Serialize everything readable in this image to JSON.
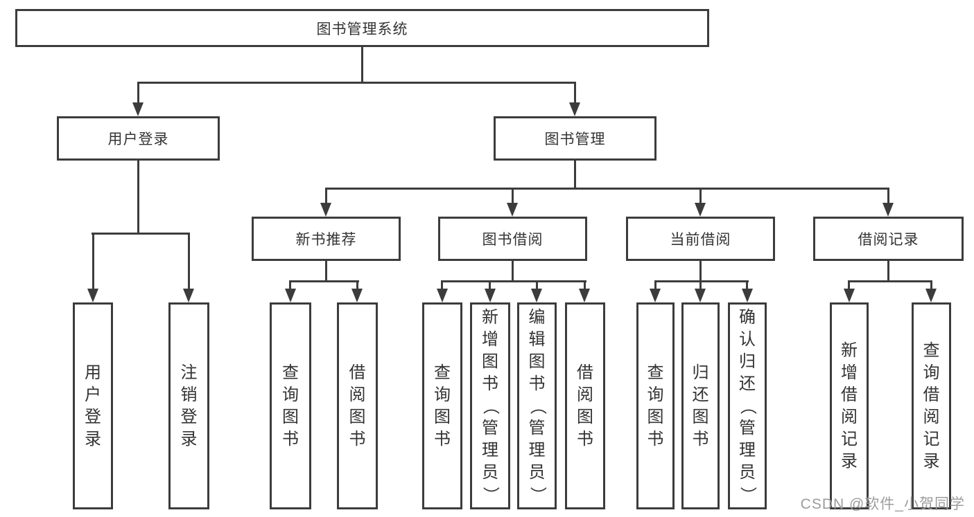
{
  "diagram": {
    "title": "图书管理系统",
    "watermark": "CSDN @软件_小贺同学",
    "colors": {
      "line": "#3c3c3c",
      "box_border": "#3c3c3c",
      "text": "#333333",
      "watermark": "#9c9c9c",
      "background": "#ffffff"
    },
    "nodes": {
      "root": {
        "label": "图书管理系统"
      },
      "login": {
        "label": "用户登录"
      },
      "mgmt": {
        "label": "图书管理"
      },
      "rec": {
        "label": "新书推荐"
      },
      "borrow": {
        "label": "图书借阅"
      },
      "current": {
        "label": "当前借阅"
      },
      "records": {
        "label": "借阅记录"
      },
      "v_login": {
        "label": "用户登录"
      },
      "v_logout": {
        "label": "注销登录"
      },
      "a1": {
        "label": "查询图书"
      },
      "a2": {
        "label": "借阅图书"
      },
      "b1": {
        "label": "查询图书"
      },
      "b2": {
        "label": "新增图书（管理员）"
      },
      "b3": {
        "label": "编辑图书（管理员）"
      },
      "b4": {
        "label": "借阅图书"
      },
      "c1": {
        "label": "查询图书"
      },
      "c2": {
        "label": "归还图书"
      },
      "c3": {
        "label": "确认归还（管理员）"
      },
      "d1": {
        "label": "新增借阅记录"
      },
      "d2": {
        "label": "查询借阅记录"
      }
    },
    "hierarchy": {
      "root": [
        "login",
        "mgmt"
      ],
      "login": [
        "v_login",
        "v_logout"
      ],
      "mgmt": [
        "rec",
        "borrow",
        "current",
        "records"
      ],
      "rec": [
        "a1",
        "a2"
      ],
      "borrow": [
        "b1",
        "b2",
        "b3",
        "b4"
      ],
      "current": [
        "c1",
        "c2",
        "c3"
      ],
      "records": [
        "d1",
        "d2"
      ]
    }
  }
}
